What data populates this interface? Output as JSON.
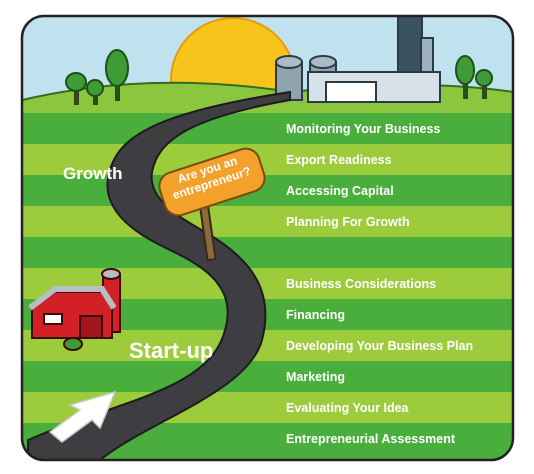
{
  "stages": {
    "growth": "Growth",
    "startup": "Start-up"
  },
  "sign": {
    "line1": "Are you an",
    "line2": "entrepreneur?"
  },
  "growth_items": [
    "Monitoring Your Business",
    "Export Readiness",
    "Accessing Capital",
    "Planning For Growth"
  ],
  "startup_items": [
    "Business Considerations",
    "Financing",
    "Developing Your Business Plan",
    "Marketing",
    "Evaluating Your Idea",
    "Entrepreneurial Assessment"
  ],
  "colors": {
    "sky": "#bfe2ee",
    "sun": "#f8c31b",
    "stripe_dark": "#4aae3c",
    "stripe_light": "#9ccb3b",
    "road": "#3e3e42",
    "sign": "#f3a12b",
    "barn": "#d32027"
  }
}
